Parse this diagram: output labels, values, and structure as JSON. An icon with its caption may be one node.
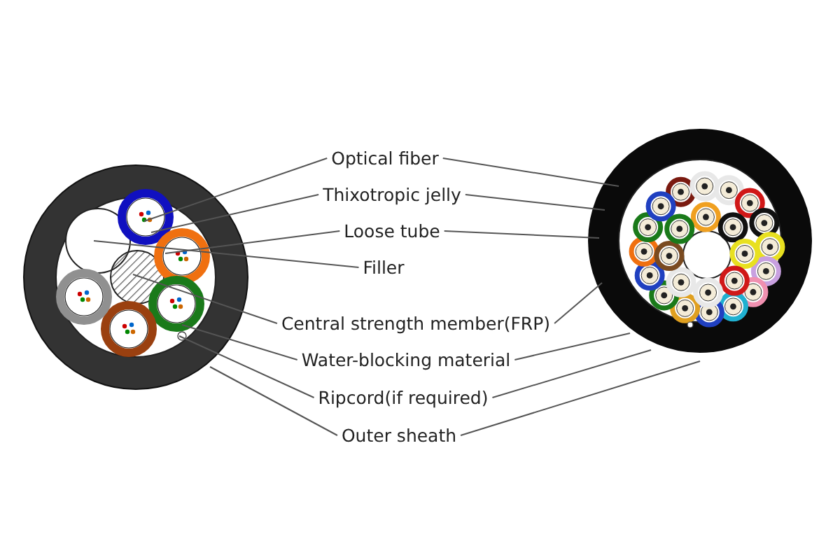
{
  "diagram": {
    "nodes": [
      {
        "text": [
          "Optical fiber"
        ]
      },
      {
        "text": [
          "Thixotropic jelly"
        ]
      },
      {
        "text": [
          "Loose tube"
        ]
      },
      {
        "text": [
          "Filler"
        ]
      },
      {
        "text": [
          "Central strength member(FRP)"
        ]
      },
      {
        "text": [
          "Water-blocking material"
        ]
      },
      {
        "text": [
          "Ripcord(if required)"
        ]
      },
      {
        "text": [
          "Outer sheath"
        ]
      }
    ],
    "edges": [
      {
        "from": 0,
        "to": null,
        "arrow": "none"
      },
      {
        "from": 0,
        "to": null,
        "arrow": "none"
      },
      {
        "from": 1,
        "to": null,
        "arrow": "none"
      },
      {
        "from": 1,
        "to": null,
        "arrow": "none"
      },
      {
        "from": 2,
        "to": null,
        "arrow": "none"
      },
      {
        "from": 2,
        "to": null,
        "arrow": "none"
      },
      {
        "from": 3,
        "to": null,
        "arrow": "none"
      },
      {
        "from": 4,
        "to": null,
        "arrow": "none"
      },
      {
        "from": 4,
        "to": null,
        "arrow": "none"
      },
      {
        "from": 5,
        "to": null,
        "arrow": "none"
      },
      {
        "from": 5,
        "to": null,
        "arrow": "none"
      },
      {
        "from": 6,
        "to": null,
        "arrow": "none"
      },
      {
        "from": 6,
        "to": null,
        "arrow": "none"
      },
      {
        "from": 7,
        "to": null,
        "arrow": "none"
      },
      {
        "from": 7,
        "to": null,
        "arrow": "none"
      }
    ]
  }
}
